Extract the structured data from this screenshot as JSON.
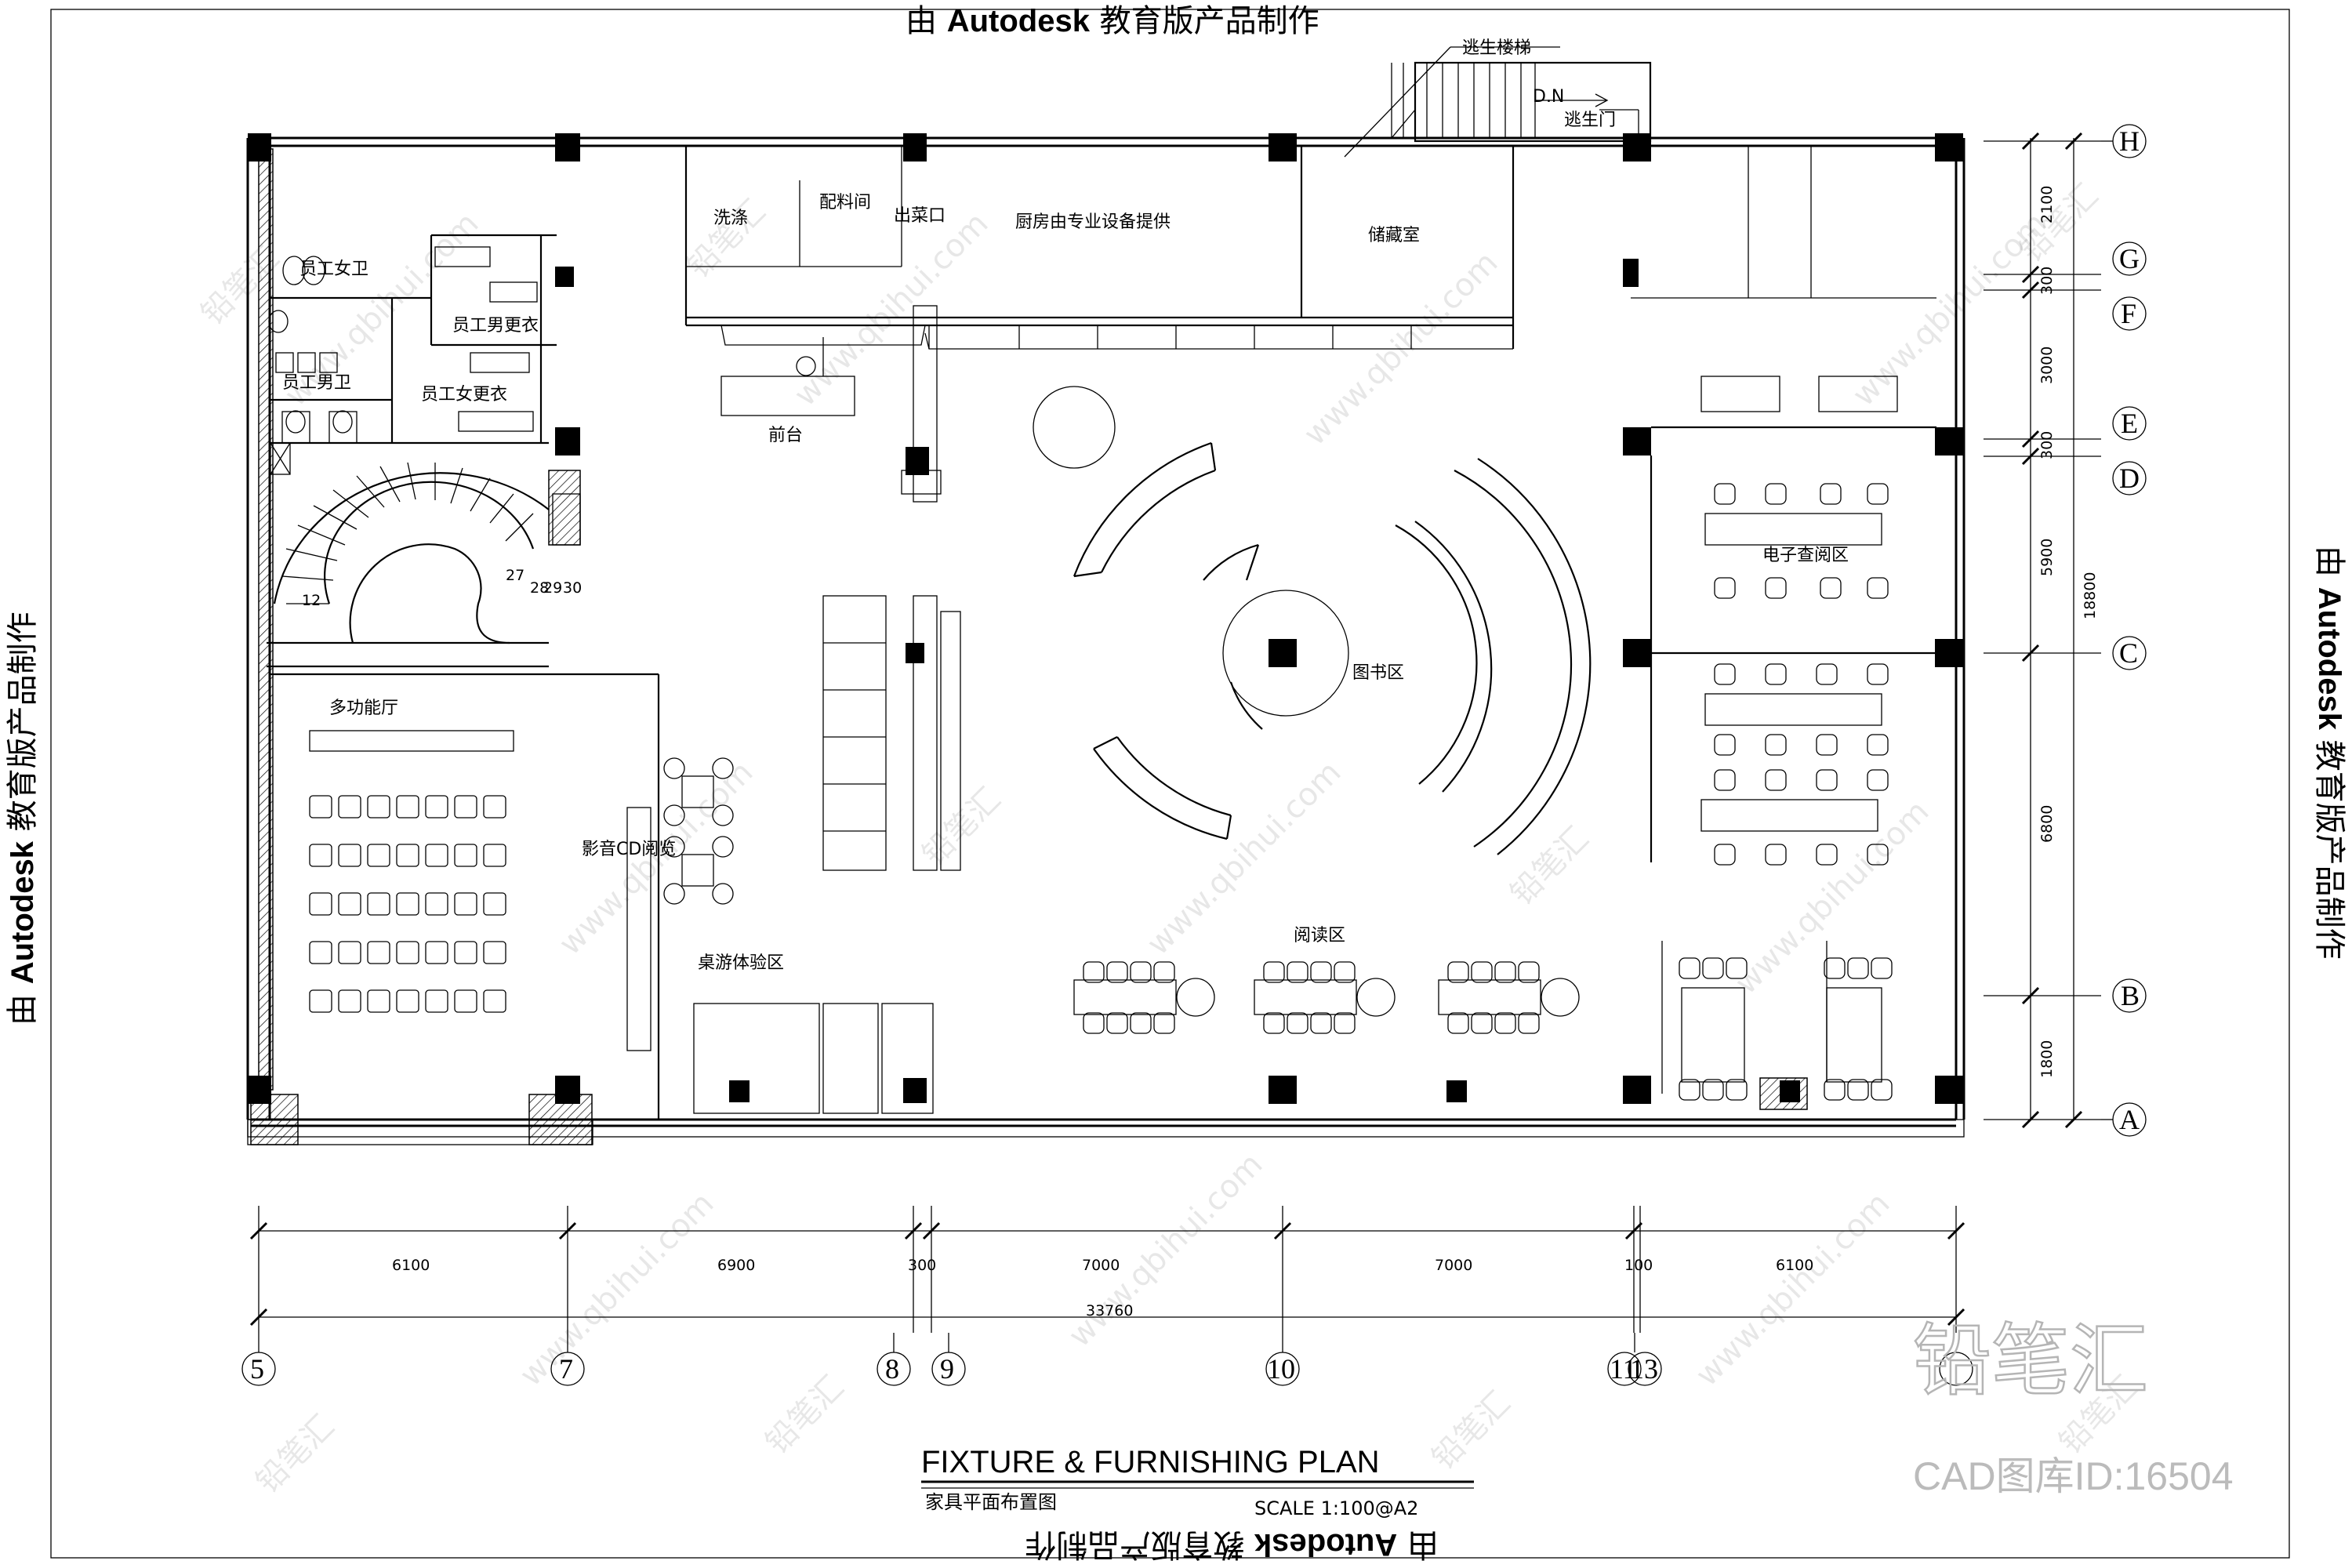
{
  "edu_stamp": {
    "prefix": "由 ",
    "brand": "Autodesk",
    "suffix": " 教育版产品制作"
  },
  "rooms": {
    "escape_stair": "逃生楼梯",
    "down": "D.N",
    "escape_door": "逃生门",
    "washing": "洗涤",
    "prep": "配料间",
    "serving": "出菜口",
    "kitchen": "厨房由专业设备提供",
    "storage": "储藏室",
    "staff_female_wc": "员工女卫",
    "staff_male_change": "员工男更衣",
    "staff_male_wc": "员工男卫",
    "staff_female_change": "员工女更衣",
    "reception": "前台",
    "multi_hall": "多功能厅",
    "av_reading": "影音CD阅览",
    "board_game": "桌游体验区",
    "library": "图书区",
    "reading": "阅读区",
    "e_reading": "电子查阅区"
  },
  "stair_numbers": [
    "12",
    "27",
    "28",
    "29",
    "30"
  ],
  "dims_h": [
    "6100",
    "6900",
    "300",
    "7000",
    "7000",
    "100",
    "6100"
  ],
  "dims_total_h": "33760",
  "axes_h": [
    "5",
    "7",
    "8",
    "9",
    "10",
    "11",
    "13"
  ],
  "dims_v": [
    "2100",
    "300",
    "3000",
    "300",
    "5900",
    "6800",
    "1800"
  ],
  "dims_total_v": "18800",
  "axes_v": [
    "H",
    "G",
    "F",
    "E",
    "D",
    "C",
    "B",
    "A"
  ],
  "title": {
    "main": "FIXTURE & FURNISHING PLAN",
    "sub": "家具平面布置图",
    "scale": "SCALE  1:100@A2"
  },
  "watermark": {
    "url": "www.qbihui.com",
    "name": "铅笔汇"
  },
  "brand_mark": {
    "name": "铅笔汇",
    "id_text": "CAD图库ID:16504"
  }
}
